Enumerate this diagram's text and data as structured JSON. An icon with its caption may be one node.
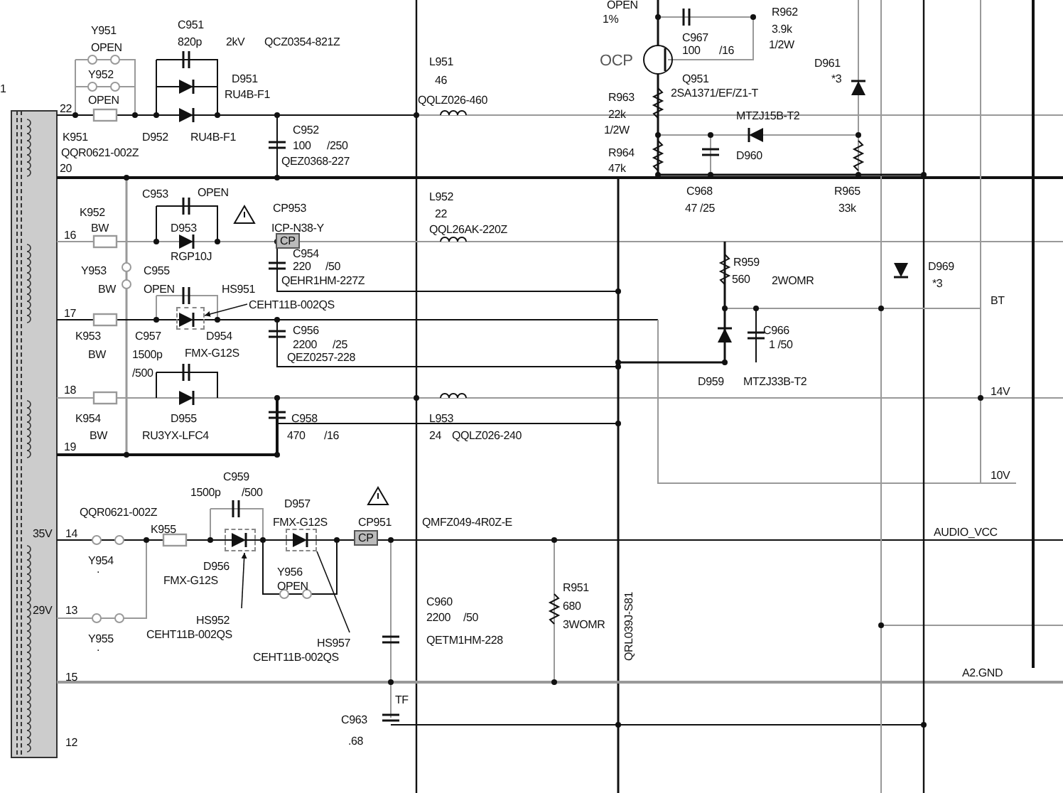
{
  "diagram": {
    "nodes": [
      {
        "text": [
          "HS951",
          "CEHT11B-002QS"
        ]
      },
      {
        "text": [],
        "shape": "box"
      },
      {
        "text": [
          "HS952",
          "CEHT11B-002QS"
        ]
      },
      {
        "text": [],
        "shape": "box"
      },
      {
        "text": [
          "HS957",
          "CEHT11B-002QS"
        ]
      },
      {
        "text": [],
        "shape": "box"
      }
    ],
    "edges": [
      {
        "from": 0,
        "to": 1,
        "arrow": "to"
      },
      {
        "from": 2,
        "to": 3,
        "arrow": "to"
      },
      {
        "from": 4,
        "to": 5,
        "arrow": "none"
      }
    ],
    "labels": [
      "OPEN",
      "1%",
      "R962",
      "3.9k",
      "1/2W",
      "C967",
      "100",
      "/16",
      "OCP",
      "Q951",
      "2SA1371/EF/Z1-T",
      "D961",
      "*3",
      "R963",
      "22k",
      "1/2W",
      "MTZJ15B-T2",
      "R964",
      "47k",
      "D960",
      "C968",
      "47  /25",
      "R965",
      "33k",
      "1",
      "C951",
      "Y951",
      "820p",
      "2kV",
      "QCZ0354-821Z",
      "OPEN",
      "L951",
      "Y952",
      "D951",
      "46",
      "RU4B-F1",
      "OPEN",
      "QQLZ026-460",
      "22",
      "C952",
      "K951",
      "D952",
      "RU4B-F1",
      "100",
      "/250",
      "QQR0621-002Z",
      "QEZ0368-227",
      "20",
      "C953",
      "OPEN",
      "L952",
      "CP953",
      "K952",
      "22",
      "BW",
      "D953",
      "ICP-N38-Y",
      "QQL26AK-220Z",
      "16",
      "CP",
      "RGP10J",
      "C954",
      "220",
      "/50",
      "R959",
      "D969",
      "Y953",
      "C955",
      "QEHR1HM-227Z",
      "560",
      "2WOMR",
      "*3",
      "BW",
      "OPEN",
      "BT",
      "17",
      "C956",
      "C966",
      "K953",
      "C957",
      "D954",
      "2200",
      "/25",
      "1 /50",
      "BW",
      "1500p",
      "FMX-G12S",
      "QEZ0257-228",
      "/500",
      "D959",
      "MTZJ33B-T2",
      "18",
      "14V",
      "K954",
      "D955",
      "C958",
      "L953",
      "BW",
      "RU3YX-LFC4",
      "470",
      "/16",
      "24",
      "QQLZ026-240",
      "19",
      "C959",
      "10V",
      "1500p",
      "/500",
      "D957",
      "QQR0621-002Z",
      "K955",
      "FMX-G12S",
      "CP951",
      "QMFZ049-4R0Z-E",
      "35V",
      "14",
      "CP",
      "AUDIO_VCC",
      "Y954",
      ".",
      "D956",
      "FMX-G12S",
      "Y956",
      "OPEN",
      "R951",
      "29V",
      "13",
      "C960",
      "680",
      "QRL039J-S81",
      "2200",
      "/50",
      "3WOMR",
      "Y955",
      "QETM1HM-228",
      ".",
      "A2.GND",
      "15",
      "TF",
      "C963",
      "12",
      ".68"
    ]
  }
}
